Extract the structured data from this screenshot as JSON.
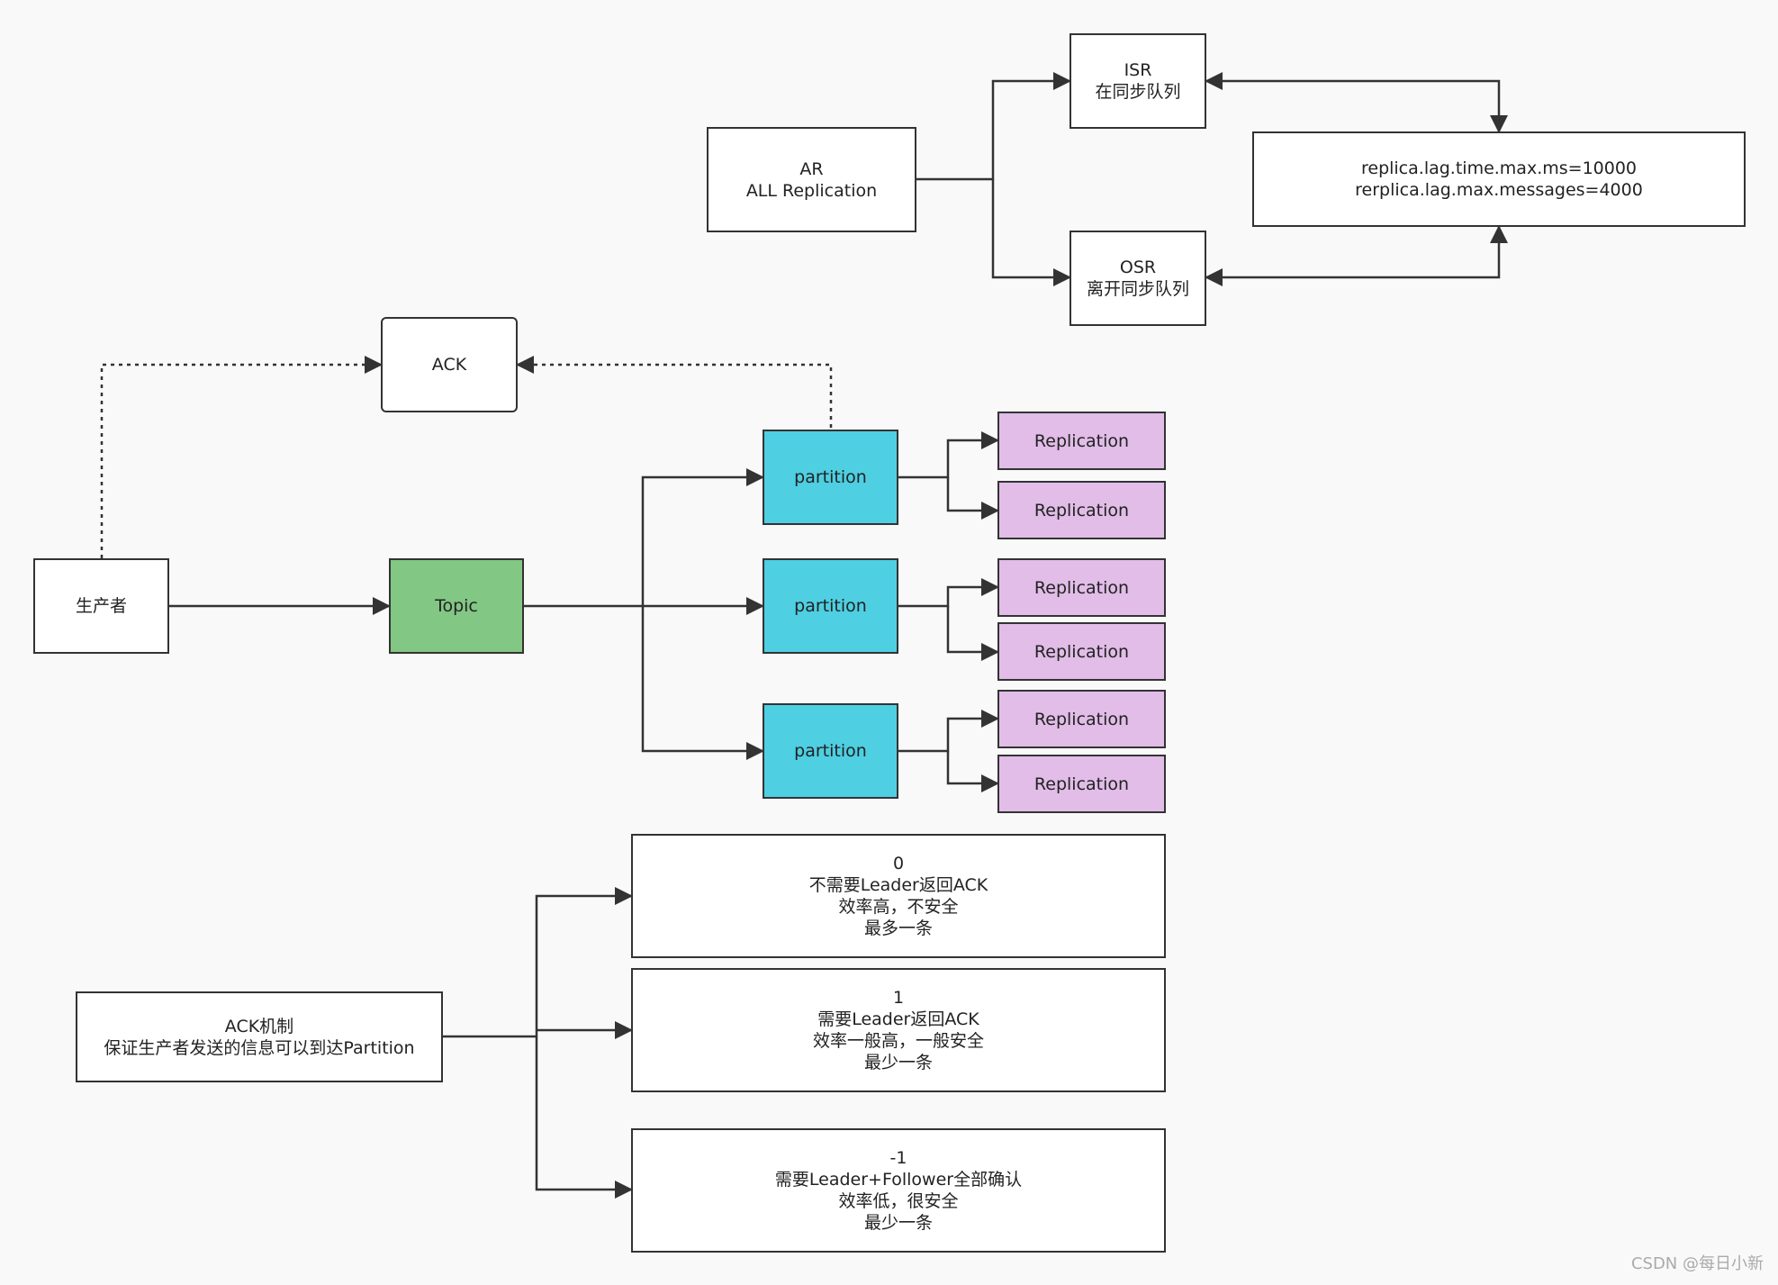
{
  "ar": {
    "line1": "AR",
    "line2": "ALL Replication"
  },
  "isr": {
    "line1": "ISR",
    "line2": "在同步队列"
  },
  "osr": {
    "line1": "OSR",
    "line2": "离开同步队列"
  },
  "lag_config": {
    "line1": "replica.lag.time.max.ms=10000",
    "line2": "rerplica.lag.max.messages=4000"
  },
  "ack": {
    "label": "ACK"
  },
  "producer": {
    "label": "生产者"
  },
  "topic": {
    "label": "Topic"
  },
  "partitions": [
    {
      "label": "partition",
      "replications": [
        "Replication",
        "Replication"
      ]
    },
    {
      "label": "partition",
      "replications": [
        "Replication",
        "Replication"
      ]
    },
    {
      "label": "partition",
      "replications": [
        "Replication",
        "Replication"
      ]
    }
  ],
  "ack_mechanism": {
    "line1": "ACK机制",
    "line2": "保证生产者发送的信息可以到达Partition"
  },
  "ack_levels": [
    {
      "value": "0",
      "line1": "不需要Leader返回ACK",
      "line2": "效率高，不安全",
      "line3": "最多一条"
    },
    {
      "value": "1",
      "line1": "需要Leader返回ACK",
      "line2": "效率一般高，一般安全",
      "line3": "最少一条"
    },
    {
      "value": "-1",
      "line1": "需要Leader+Follower全部确认",
      "line2": "效率低，很安全",
      "line3": "最少一条"
    }
  ],
  "watermark": "CSDN @每日小新",
  "colors": {
    "topic": "#82c784",
    "partition": "#4ecfe2",
    "replication": "#e1bde8",
    "line": "#333333"
  }
}
